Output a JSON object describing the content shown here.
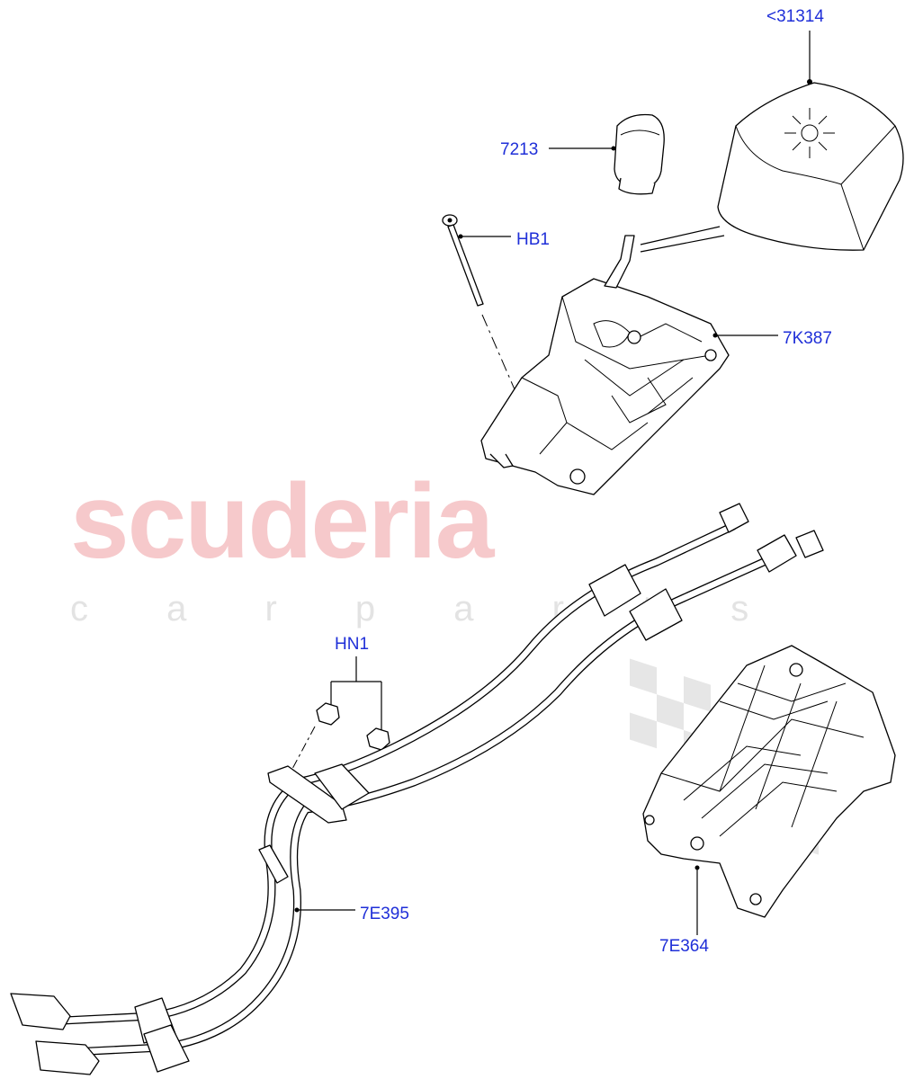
{
  "watermark": {
    "brand": "scuderia",
    "tagline": "c a r   p a r t s"
  },
  "callouts": {
    "ref_31314": "<31314",
    "knob_7213": "7213",
    "bolt_hb1": "HB1",
    "shifter_7k387": "7K387",
    "nut_hn1": "HN1",
    "cable_7e395": "7E395",
    "bracket_7e364": "7E364"
  }
}
